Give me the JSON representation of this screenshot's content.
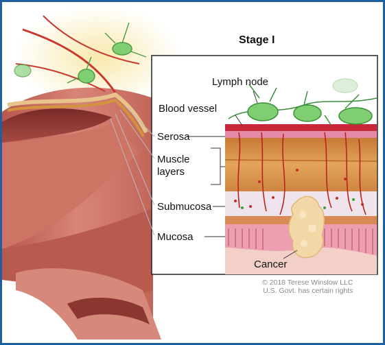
{
  "title": "Stage I",
  "labels": {
    "lymph_node": "Lymph node",
    "blood_vessel": "Blood vessel",
    "serosa": "Serosa",
    "muscle_line1": "Muscle",
    "muscle_line2": "layers",
    "submucosa": "Submucosa",
    "mucosa": "Mucosa",
    "cancer": "Cancer"
  },
  "credit": {
    "line1": "© 2018 Terese Winslow LLC",
    "line2": "U.S. Govt. has certain rights"
  },
  "colors": {
    "frame_border": "#1d5fa0",
    "colon_wall": "#c96b5d",
    "colon_inner": "#9a3f39",
    "vessel": "#b8241c",
    "lymph_node": "#7fcf72",
    "muscle": "#d9954a",
    "mucosa": "#e8a0ac",
    "tumor": "#f2d8a6"
  }
}
